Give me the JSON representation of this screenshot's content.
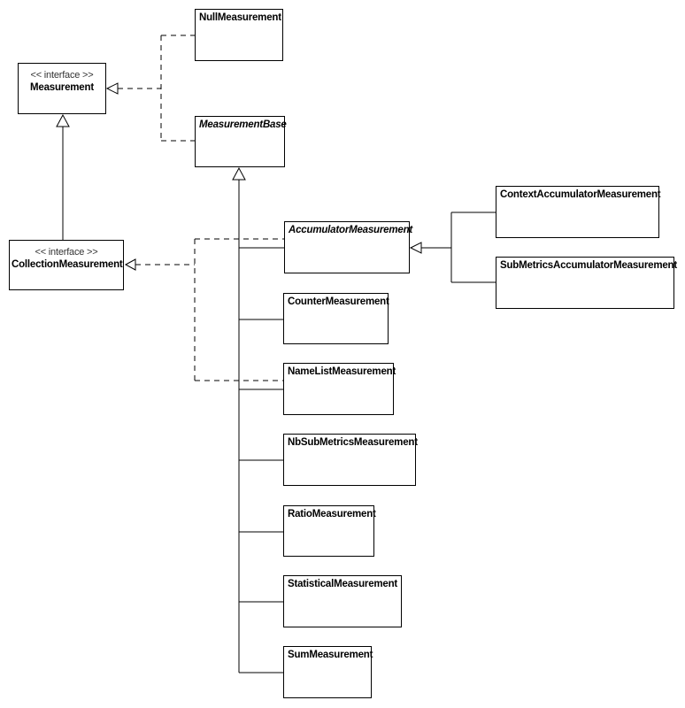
{
  "diagram": {
    "kind": "uml-class-diagram",
    "background_color": "#ffffff",
    "line_color": "#000000",
    "interface_stereotype": "<< interface >>"
  },
  "nodes": {
    "measurement": {
      "stereotype": "<< interface >>",
      "name": "Measurement",
      "abstract": false
    },
    "null_measurement": {
      "name": "NullMeasurement",
      "abstract": false
    },
    "measurement_base": {
      "name": "MeasurementBase",
      "abstract": true
    },
    "collection_measurement": {
      "stereotype": "<< interface >>",
      "name": "CollectionMeasurement",
      "abstract": false
    },
    "accumulator_measurement": {
      "name": "AccumulatorMeasurement",
      "abstract": true
    },
    "context_accumulator_measurement": {
      "name": "ContextAccumulatorMeasurement",
      "abstract": false
    },
    "submetrics_accumulator_measurement": {
      "name": "SubMetricsAccumulatorMeasurement",
      "abstract": false
    },
    "counter_measurement": {
      "name": "CounterMeasurement",
      "abstract": false
    },
    "namelist_measurement": {
      "name": "NameListMeasurement",
      "abstract": false
    },
    "nbsubmetrics_measurement": {
      "name": "NbSubMetricsMeasurement",
      "abstract": false
    },
    "ratio_measurement": {
      "name": "RatioMeasurement",
      "abstract": false
    },
    "statistical_measurement": {
      "name": "StatisticalMeasurement",
      "abstract": false
    },
    "sum_measurement": {
      "name": "SumMeasurement",
      "abstract": false
    }
  },
  "relationships": [
    {
      "from": "NullMeasurement",
      "to": "Measurement",
      "type": "realization"
    },
    {
      "from": "MeasurementBase",
      "to": "Measurement",
      "type": "realization"
    },
    {
      "from": "CollectionMeasurement",
      "to": "Measurement",
      "type": "generalization"
    },
    {
      "from": "AccumulatorMeasurement",
      "to": "CollectionMeasurement",
      "type": "realization"
    },
    {
      "from": "NameListMeasurement",
      "to": "CollectionMeasurement",
      "type": "realization"
    },
    {
      "from": "AccumulatorMeasurement",
      "to": "MeasurementBase",
      "type": "generalization"
    },
    {
      "from": "CounterMeasurement",
      "to": "MeasurementBase",
      "type": "generalization"
    },
    {
      "from": "NameListMeasurement",
      "to": "MeasurementBase",
      "type": "generalization"
    },
    {
      "from": "NbSubMetricsMeasurement",
      "to": "MeasurementBase",
      "type": "generalization"
    },
    {
      "from": "RatioMeasurement",
      "to": "MeasurementBase",
      "type": "generalization"
    },
    {
      "from": "StatisticalMeasurement",
      "to": "MeasurementBase",
      "type": "generalization"
    },
    {
      "from": "SumMeasurement",
      "to": "MeasurementBase",
      "type": "generalization"
    },
    {
      "from": "ContextAccumulatorMeasurement",
      "to": "AccumulatorMeasurement",
      "type": "generalization"
    },
    {
      "from": "SubMetricsAccumulatorMeasurement",
      "to": "AccumulatorMeasurement",
      "type": "generalization"
    }
  ]
}
